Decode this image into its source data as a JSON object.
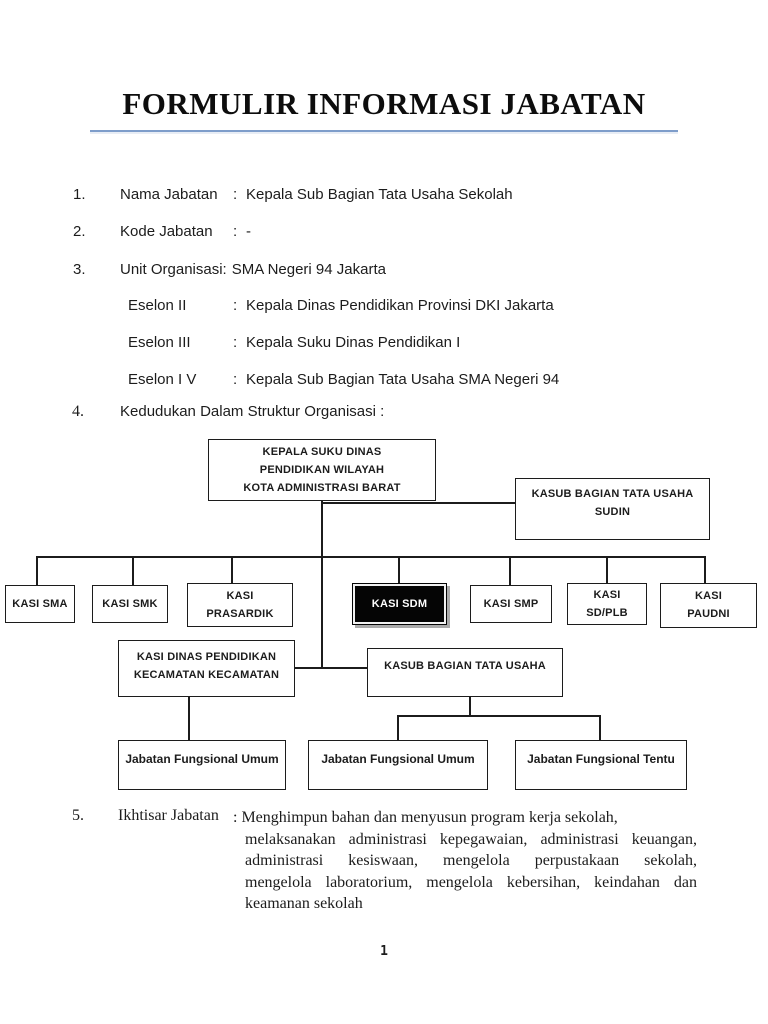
{
  "page": {
    "title": "FORMULIR INFORMASI JABATAN",
    "page_number": "1"
  },
  "colors": {
    "title_rule": "#7e9dca",
    "box_border": "#1c1c1c",
    "highlight_bg": "#000000",
    "highlight_text": "#ffffff"
  },
  "fields": [
    {
      "no": "1.",
      "label": "Nama Jabatan",
      "sep": ":",
      "value": "Kepala Sub Bagian Tata Usaha Sekolah"
    },
    {
      "no": "2.",
      "label": "Kode Jabatan",
      "sep": ":",
      "value": "-"
    },
    {
      "no": "3.",
      "label": "Unit Organisasi:",
      "value": "SMA Negeri 94 Jakarta"
    }
  ],
  "eselon": [
    {
      "label": "Eselon II",
      "sep": ":",
      "value": "Kepala Dinas Pendidikan Provinsi DKI Jakarta"
    },
    {
      "label": "Eselon III",
      "sep": ":",
      "value": "Kepala Suku Dinas Pendidikan I"
    },
    {
      "label": "Eselon I V",
      "sep": ":",
      "value": "Kepala Sub Bagian Tata Usaha SMA Negeri 94"
    }
  ],
  "item4": {
    "no": "4.",
    "label": "Kedudukan Dalam Struktur Organisasi :"
  },
  "org_chart": {
    "top_box": [
      "KEPALA SUKU DINAS",
      "PENDIDIKAN WILAYAH",
      "KOTA ADMINISTRASI BARAT"
    ],
    "kasub_sudin_box": [
      "KASUB BAGIAN TATA USAHA",
      "SUDIN"
    ],
    "kasi_sma": "KASI SMA",
    "kasi_smk": "KASI SMK",
    "kasi_prasardik": [
      "KASI",
      "PRASARDIK"
    ],
    "kasi_sdm": "KASI SDM",
    "kasi_smp": "KASI SMP",
    "kasi_sdplb": [
      "KASI",
      "SD/PLB"
    ],
    "kasi_paudni": [
      "KASI",
      "PAUDNI"
    ],
    "kecamatan_box": [
      "KASI DINAS PENDIDIKAN",
      "KECAMATAN KECAMATAN"
    ],
    "kasub_tu_box": "KASUB BAGIAN TATA USAHA",
    "jabatan_fungsional_left": "Jabatan Fungsional Umum",
    "jabatan_fungsional_mid": "Jabatan Fungsional Umum",
    "jabatan_fungsional_right": "Jabatan Fungsional Tentu"
  },
  "summary": {
    "no": "5.",
    "label": "Ikhtisar Jabatan",
    "lines": [
      ": Menghimpun bahan dan menyusun program kerja sekolah,",
      "melaksanakan administrasi kepegawaian, administrasi keuangan,",
      "administrasi kesiswaan, mengelola perpustakaan sekolah,",
      "mengelola laboratorium, mengelola kebersihan, keindahan dan",
      "keamanan sekolah"
    ]
  }
}
